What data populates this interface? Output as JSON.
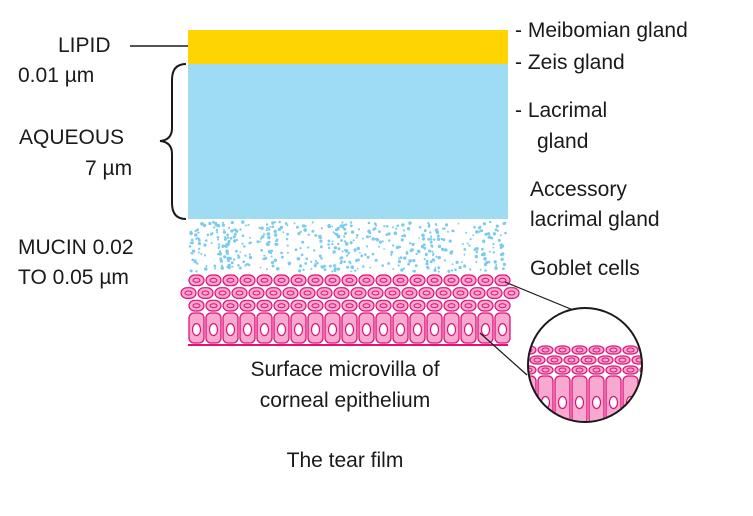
{
  "layers": {
    "lipid": {
      "name": "LIPID",
      "thickness": "0.01 µm",
      "color": "#ffd400"
    },
    "aqueous": {
      "name": "AQUEOUS",
      "thickness": "7 µm",
      "color": "#9ddcf2"
    },
    "mucin": {
      "line1": "MUCIN 0.02",
      "line2": "TO 0.05 µm",
      "dot_color": "#7ccbec"
    },
    "epithelium": {
      "fill": "#f7a9cf",
      "stroke": "#e0117a"
    }
  },
  "sources": {
    "meibomian": "- Meibomian gland",
    "zeis": "- Zeis gland",
    "lacrimal_1": "- Lacrimal",
    "lacrimal_2": "gland",
    "accessory_1": "Accessory",
    "accessory_2": "lacrimal gland",
    "goblet": "Goblet cells"
  },
  "surface": {
    "line1": "Surface microvilla of",
    "line2": "corneal epithelium"
  },
  "caption": "The tear film"
}
